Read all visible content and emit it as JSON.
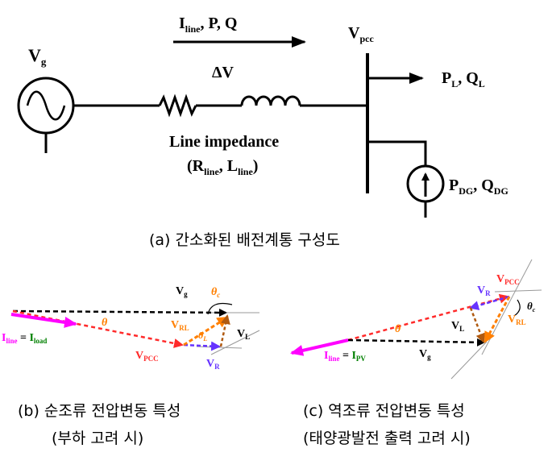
{
  "circuit": {
    "source_label": "V",
    "source_label_sub": "g",
    "current_label": "I",
    "current_label_sub": "line",
    "current_label_rest": ", P, Q",
    "delta_label": "ΔV",
    "pcc_label": "V",
    "pcc_label_sub": "pcc",
    "load_label_p": "P",
    "load_label_p_sub": "L",
    "load_label_q": ", Q",
    "load_label_q_sub": "L",
    "dg_label_p": "P",
    "dg_label_p_sub": "DG",
    "dg_label_q": ", Q",
    "dg_label_q_sub": "DG",
    "impedance_title": "Line impedance",
    "impedance_r": "(R",
    "impedance_r_sub": "line",
    "impedance_l": ", L",
    "impedance_l_sub": "line",
    "impedance_close": ")",
    "caption": "(a) 간소화된 배전계통 구성도"
  },
  "phasor_b": {
    "vg_main": "V",
    "vg_sub": "g",
    "theta_c": "θ",
    "theta_c_sub": "c",
    "theta": "θ",
    "theta_l": "θ",
    "theta_l_sub": "L",
    "vrl_main": "V",
    "vrl_sub": "RL",
    "vl_main": "V",
    "vl_sub": "L",
    "vpcc_main": "V",
    "vpcc_sub": "PCC",
    "vr_main": "V",
    "vr_sub": "R",
    "iline_main": "I",
    "iline_sub": "line",
    "eq": " = ",
    "iload_main": "I",
    "iload_sub": "load",
    "caption_line1": "(b) 순조류 전압변동 특성",
    "caption_line2": "(부하 고려 시)"
  },
  "phasor_c": {
    "vpcc_main": "V",
    "vpcc_sub": "PCC",
    "vr_main": "V",
    "vr_sub": "R",
    "theta_c": "θ",
    "theta_c_sub": "c",
    "vl_main": "V",
    "vl_sub": "L",
    "vrl_main": "V",
    "vrl_sub": "RL",
    "theta": "θ",
    "vg_main": "V",
    "vg_sub": "g",
    "iline_main": "I",
    "iline_sub": "line",
    "eq": " = ",
    "ipv_main": "I",
    "ipv_sub": "PV",
    "caption_line1": "(c) 역조류 전압변동 특성",
    "caption_line2": "(태양광발전 출력 고려 시)"
  },
  "colors": {
    "vg": "#000000",
    "vpcc": "#ff2a2a",
    "vr": "#6633ff",
    "vl": "#b05a10",
    "vrl": "#ff7f00",
    "current": "#ff00ff",
    "iload": "#008000",
    "theta": "#ff7f00"
  }
}
